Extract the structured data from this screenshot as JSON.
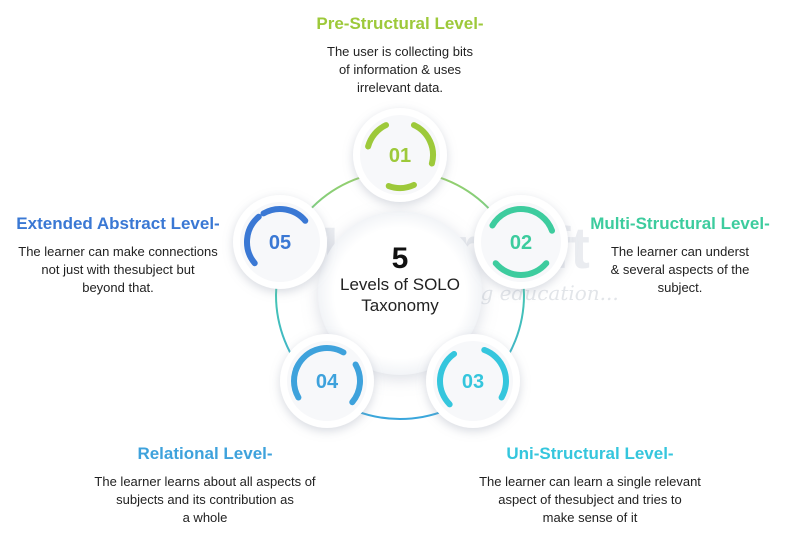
{
  "watermark": {
    "brand": "MasterSoft",
    "tagline": "ing education..."
  },
  "center": {
    "number": "5",
    "caption_line1": "Levels of SOLO",
    "caption_line2": "Taxonomy"
  },
  "levels": [
    {
      "number": "01",
      "title": "Pre-Structural Level-",
      "lines": [
        "The user is collecting bits",
        "of information & uses",
        "irrelevant data."
      ],
      "color": "#9dc93a"
    },
    {
      "number": "02",
      "title": "Multi-Structural Level-",
      "lines": [
        "The learner can underst",
        "& several aspects of the",
        "subject."
      ],
      "color": "#3dcc9e"
    },
    {
      "number": "03",
      "title": "Uni-Structural Level-",
      "lines": [
        "The learner can learn a single relevant",
        "aspect of thesubject and tries to",
        "make sense of it"
      ],
      "color": "#35c6dd"
    },
    {
      "number": "04",
      "title": "Relational Level-",
      "lines": [
        "The learner learns about all aspects of",
        "subjects and its contribution as",
        "a whole"
      ],
      "color": "#3ea2dc"
    },
    {
      "number": "05",
      "title": "Extended Abstract Level-",
      "lines": [
        "The learner can make connections",
        "not just with thesubject but",
        "beyond that."
      ],
      "color": "#3a78d4"
    }
  ],
  "colors": {
    "ring": "#9fcf8e",
    "text": "#222222",
    "background": "#ffffff"
  }
}
